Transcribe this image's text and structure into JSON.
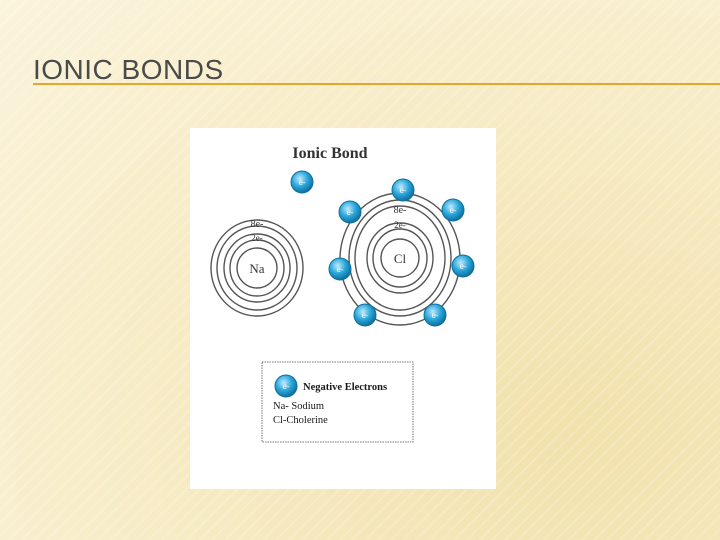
{
  "slide": {
    "title": "IONIC BONDS"
  },
  "diagram": {
    "title": "Ionic Bond",
    "electron_label": "e-",
    "sodium": {
      "symbol": "Na",
      "outer_shell": "8e-",
      "inner_shell": "2e-"
    },
    "chlorine": {
      "symbol": "Cl",
      "outer_shell": "8e-",
      "inner_shell": "2e-"
    },
    "legend": {
      "electron_label": "e-",
      "item_1": "Negative Electrons",
      "item_2": "Na- Sodium",
      "item_3": "Cl-Cholerine"
    },
    "colors": {
      "electron_fill": "#2aa7d9",
      "electron_edge": "#0f6fa0",
      "shell": "#555555"
    }
  }
}
